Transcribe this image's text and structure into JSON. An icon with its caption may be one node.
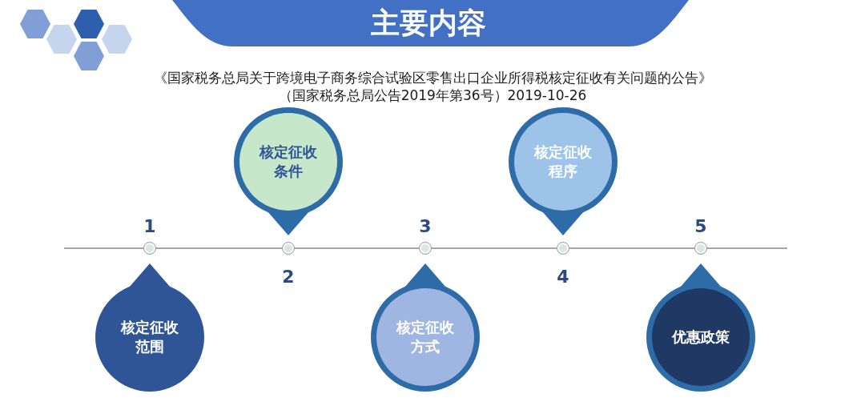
{
  "diagram": {
    "title": "主要内容",
    "nodes": [
      {
        "text": [],
        "shape": "circle",
        "beside": [
          "1"
        ]
      },
      {
        "text": [],
        "shape": "circle",
        "beside": [
          "2"
        ]
      },
      {
        "text": [],
        "shape": "circle",
        "beside": [
          "3"
        ]
      },
      {
        "text": [],
        "shape": "circle",
        "beside": [
          "4"
        ]
      },
      {
        "text": [],
        "shape": "circle",
        "beside": [
          "5"
        ]
      },
      {
        "text": [
          "核定征收范围"
        ]
      },
      {
        "text": [
          "核定征收条件"
        ]
      },
      {
        "text": [
          "核定征收方式"
        ]
      },
      {
        "text": [
          "核定征收程序"
        ]
      },
      {
        "text": [
          "优惠政策"
        ]
      }
    ],
    "edges": [
      {
        "from": null,
        "to": 0,
        "arrow": "none"
      },
      {
        "from": 0,
        "to": 1,
        "arrow": "none"
      },
      {
        "from": 1,
        "to": 2,
        "arrow": "none"
      },
      {
        "from": 2,
        "to": 3,
        "arrow": "none"
      },
      {
        "from": 3,
        "to": 4,
        "arrow": "none"
      },
      {
        "from": 4,
        "to": null,
        "arrow": "none"
      }
    ],
    "labels": [
      "《国家税务总局关于跨境电子商务综合试验区零售出口企业所得税核定征收有关问题的公告》",
      "（国家税务总局公告2019年第36号）2019-10-26"
    ]
  }
}
